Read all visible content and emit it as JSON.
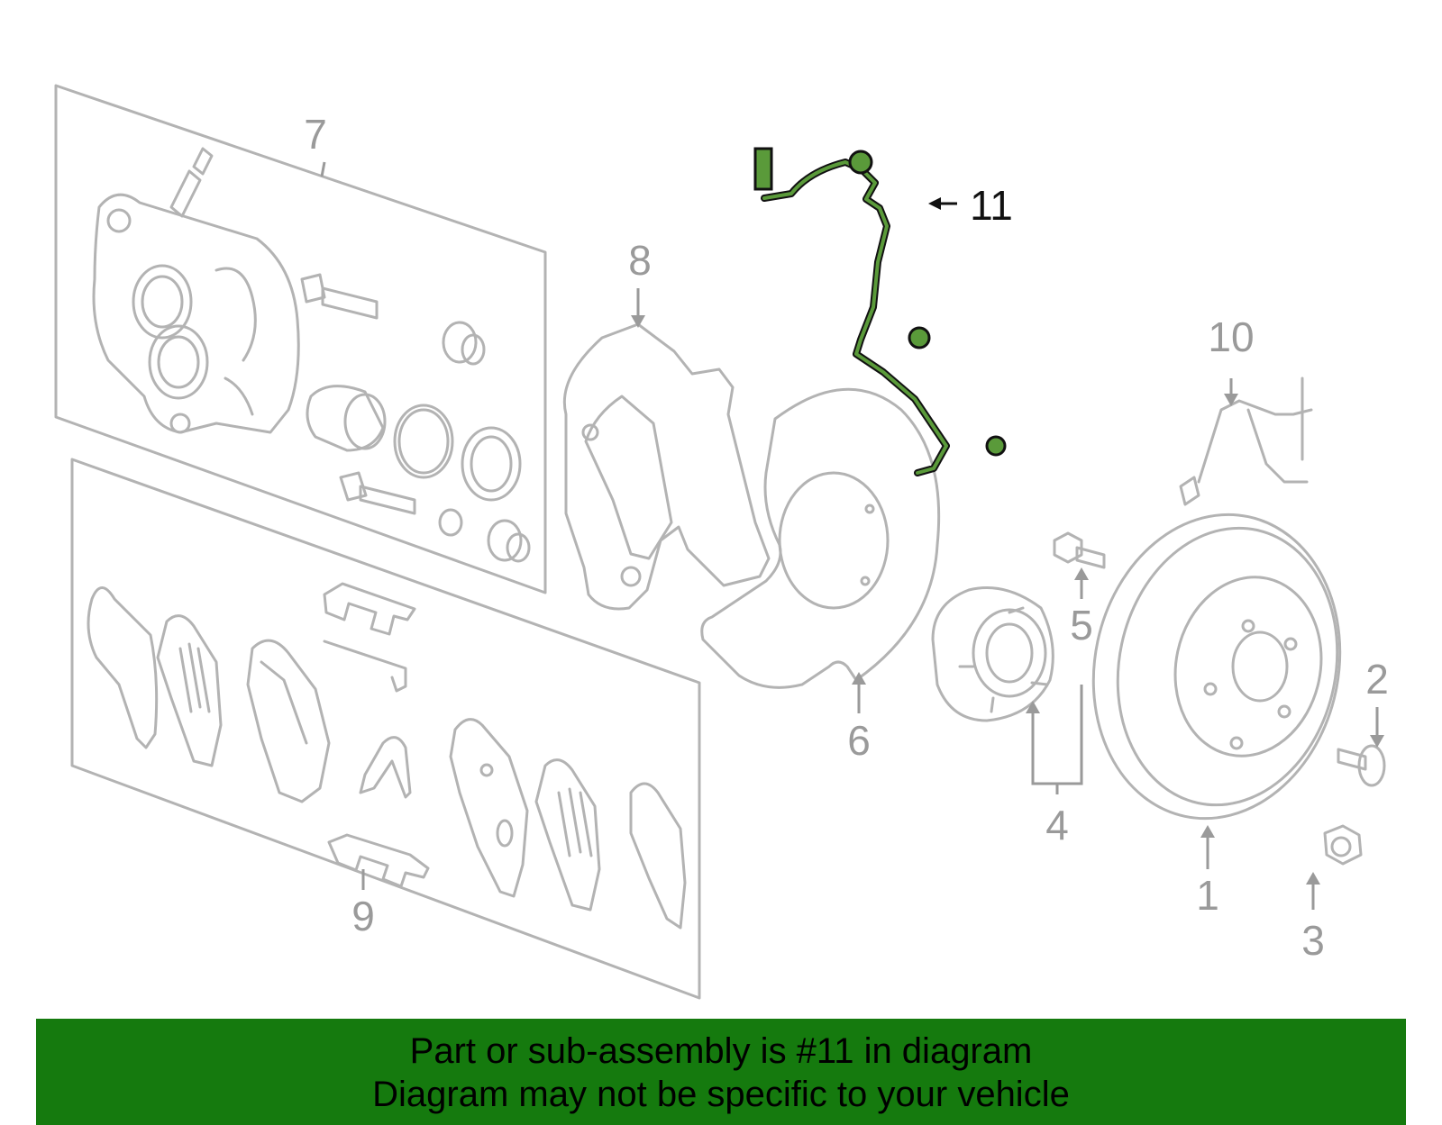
{
  "colors": {
    "highlight": "#5a9a3a",
    "highlight_stroke": "#111111",
    "parts": "#b3b3b3",
    "callout_text": "#9a9a9a",
    "banner_bg": "#157a0e"
  },
  "callouts": {
    "c1": "1",
    "c2": "2",
    "c3": "3",
    "c4": "4",
    "c5": "5",
    "c6": "6",
    "c7": "7",
    "c8": "8",
    "c9": "9",
    "c10": "10",
    "c11": "11"
  },
  "banner": {
    "line1": "Part or sub-assembly is #11 in diagram",
    "line2": "Diagram may not be specific to your vehicle"
  }
}
